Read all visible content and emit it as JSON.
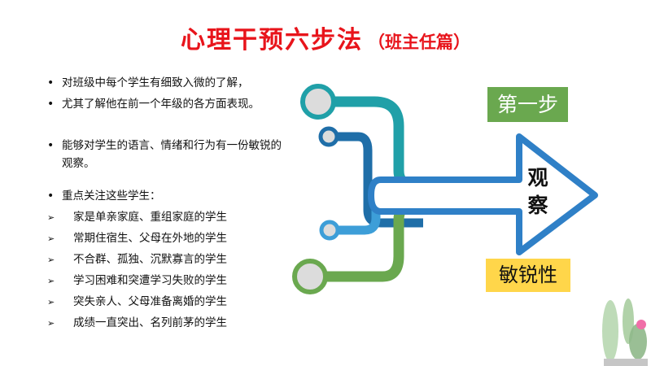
{
  "title": {
    "main": "心理干预六步法",
    "sub": "（班主任篇）"
  },
  "bullets": [
    "对班级中每个学生有细致入微的了解，",
    "尤其了解他在前一个年级的各方面表现。",
    "能够对学生的语言、情绪和行为有一份敏锐的观察。",
    "重点关注这些学生："
  ],
  "focus_students": [
    "家是单亲家庭、重组家庭的学生",
    "常期住宿生、父母在外地的学生",
    "不合群、孤独、沉默寡言的学生",
    "学习困难和突遭学习失败的学生",
    "突失亲人、父母准备离婚的学生",
    "成绩一直突出、名列前茅的学生"
  ],
  "diagram": {
    "step_label": "第一步",
    "arrow_text": "观察",
    "sensitivity_label": "敏锐性",
    "colors": {
      "teal": "#20a0a8",
      "blue": "#1f6ea8",
      "sky": "#3d9ed8",
      "green": "#6aa84f",
      "yellow": "#ffd64a",
      "circle_fill": "#dcdcdc"
    }
  },
  "decoration": {
    "icon": "cactus-icon"
  }
}
